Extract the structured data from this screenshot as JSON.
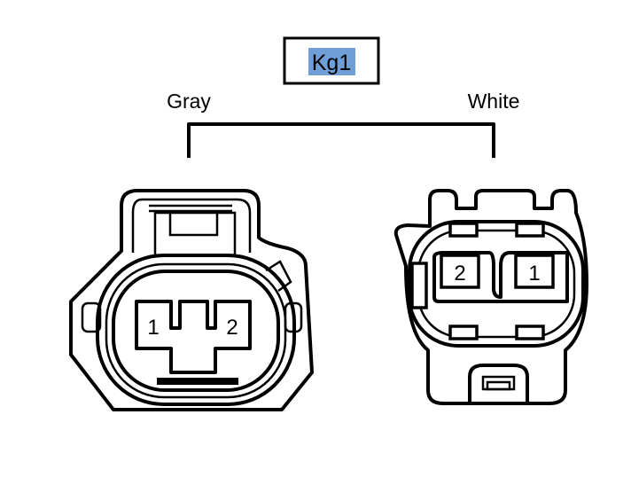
{
  "connector_id": "Kg1",
  "highlight_color": "#6f9fd6",
  "left_connector": {
    "color_label": "Gray",
    "pins": [
      "1",
      "2"
    ]
  },
  "right_connector": {
    "color_label": "White",
    "pins": [
      "2",
      "1"
    ]
  }
}
